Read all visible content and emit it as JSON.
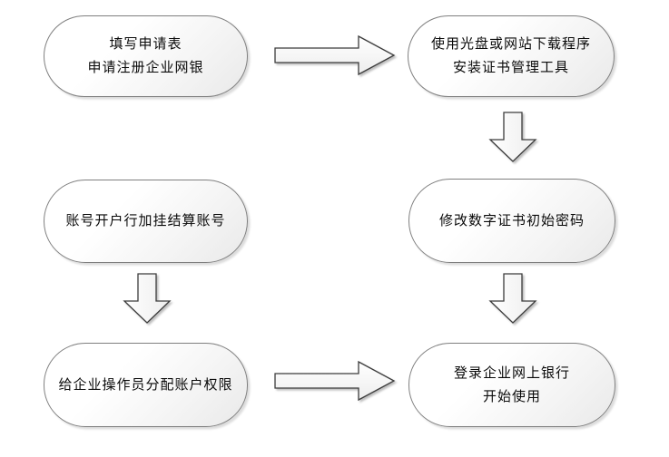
{
  "colors": {
    "background": "#ffffff",
    "node_border": "#7f7f7f",
    "node_fill_start": "#ffffff",
    "node_fill_end": "#e9e9e9",
    "arrow_border": "#3c3c3c",
    "text": "#0a0a0a"
  },
  "flowchart": {
    "nodes": [
      {
        "id": "apply-register",
        "lines": [
          "填写申请表",
          "申请注册企业网银"
        ]
      },
      {
        "id": "install-cert-tool",
        "lines": [
          "使用光盘或网站下载程序",
          "安装证书管理工具"
        ]
      },
      {
        "id": "attach-settlement-account",
        "lines": [
          "账号开户行加挂结算账号"
        ]
      },
      {
        "id": "change-initial-password",
        "lines": [
          "修改数字证书初始密码"
        ]
      },
      {
        "id": "assign-account-permissions",
        "lines": [
          "给企业操作员分配账户权限"
        ]
      },
      {
        "id": "login-start-use",
        "lines": [
          "登录企业网上银行",
          "开始使用"
        ]
      }
    ],
    "connections": [
      {
        "from": "apply-register",
        "to": "install-cert-tool",
        "direction": "right"
      },
      {
        "from": "install-cert-tool",
        "to": "change-initial-password",
        "direction": "down"
      },
      {
        "from": "attach-settlement-account",
        "to": "assign-account-permissions",
        "direction": "down"
      },
      {
        "from": "change-initial-password",
        "to": "login-start-use",
        "direction": "down"
      },
      {
        "from": "assign-account-permissions",
        "to": "login-start-use",
        "direction": "right"
      }
    ]
  }
}
